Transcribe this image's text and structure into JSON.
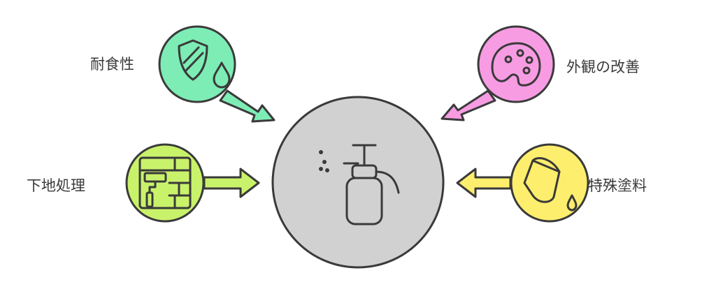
{
  "labels": {
    "corrosion": "耐食性",
    "appearance": "外観の改善",
    "surface_prep": "下地処理",
    "special_paint": "特殊塗料"
  },
  "colors": {
    "center": "#d1d1d1",
    "corrosion": "#7dedb5",
    "appearance": "#f79ce3",
    "surface_prep": "#c9f26b",
    "special_paint": "#fdee6d",
    "stroke": "#3a3a3a"
  },
  "icons": {
    "center": "spray-bottle-icon",
    "corrosion": "shield-droplet-icon",
    "appearance": "palette-icon",
    "surface_prep": "paint-roller-wall-icon",
    "special_paint": "paint-cup-icon"
  }
}
